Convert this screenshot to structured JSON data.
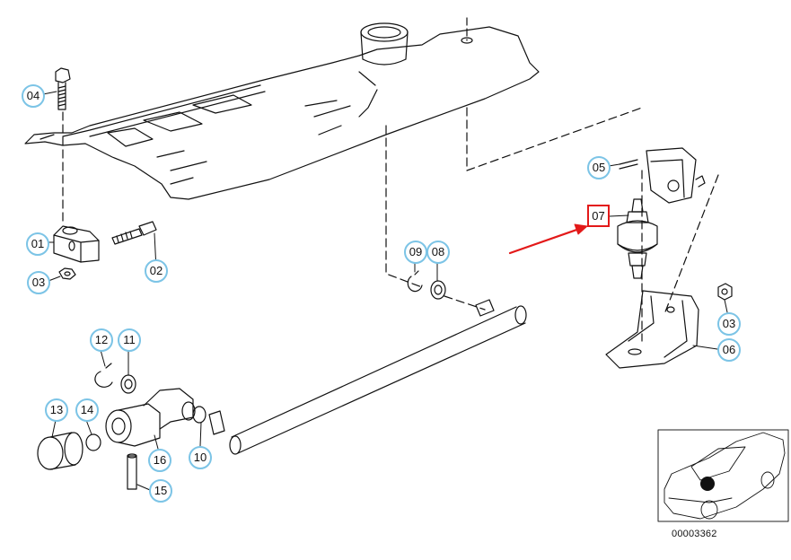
{
  "diagram": {
    "title": "Exploded parts diagram — gearshift linkage / shift support mount",
    "catalog_number": "00003362",
    "accent_callout_color": "#7cc4e6",
    "highlight_color": "#e31919",
    "highlighted_part": "07",
    "callouts": [
      {
        "id": "04",
        "label": "04"
      },
      {
        "id": "01",
        "label": "01"
      },
      {
        "id": "02",
        "label": "02"
      },
      {
        "id": "03a",
        "label": "03"
      },
      {
        "id": "09",
        "label": "09"
      },
      {
        "id": "08",
        "label": "08"
      },
      {
        "id": "05",
        "label": "05"
      },
      {
        "id": "07",
        "label": "07"
      },
      {
        "id": "03b",
        "label": "03"
      },
      {
        "id": "06",
        "label": "06"
      },
      {
        "id": "12",
        "label": "12"
      },
      {
        "id": "11",
        "label": "11"
      },
      {
        "id": "13",
        "label": "13"
      },
      {
        "id": "14",
        "label": "14"
      },
      {
        "id": "16",
        "label": "16"
      },
      {
        "id": "10",
        "label": "10"
      },
      {
        "id": "15",
        "label": "15"
      }
    ],
    "inset": {
      "description": "Vehicle location inset showing position of parts (black dot near windshield base)",
      "marker_icon": "location-dot-icon"
    }
  }
}
